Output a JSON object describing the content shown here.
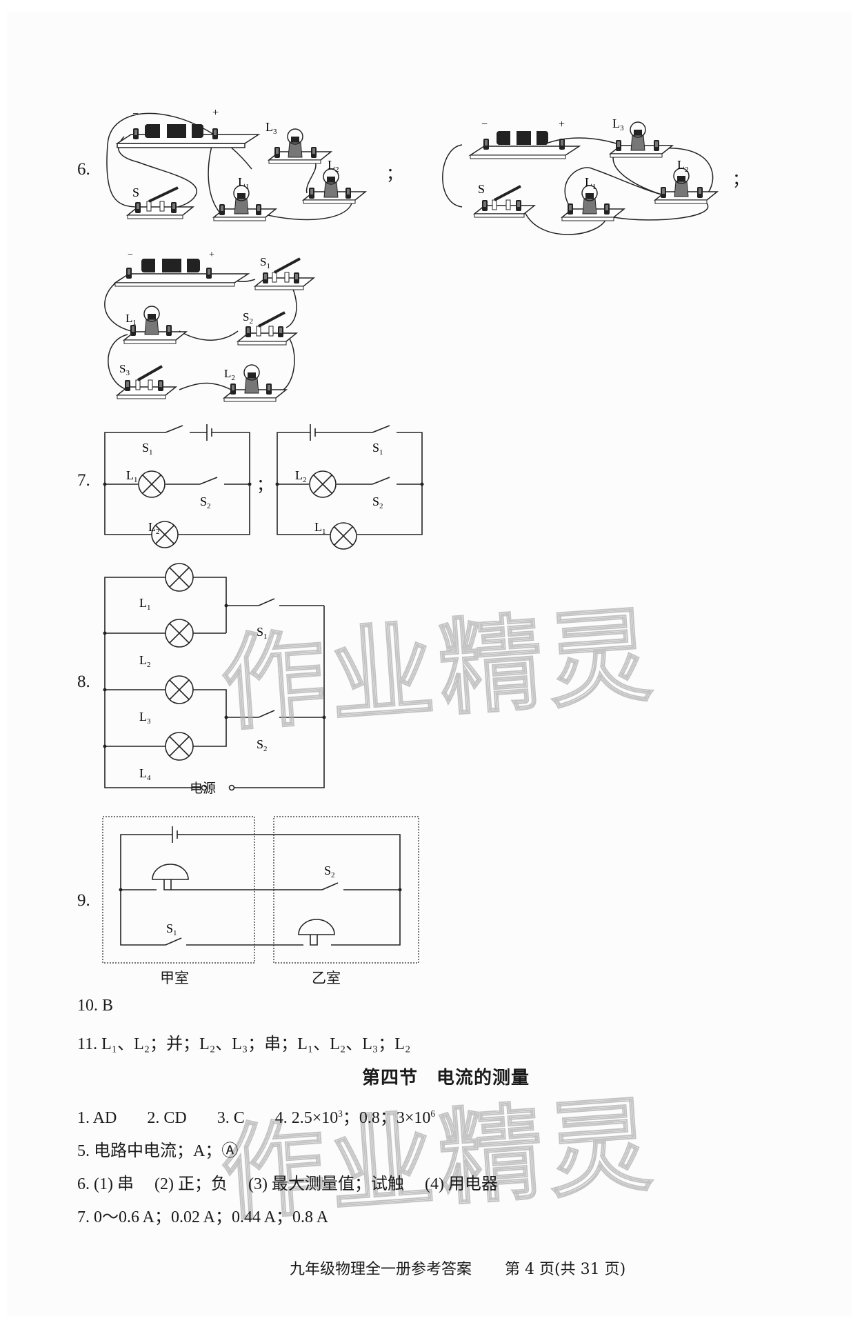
{
  "q6": {
    "label": "6.",
    "separator": "；",
    "diagram1": {
      "battery_neg": "−",
      "battery_pos": "+",
      "labels": [
        "L3",
        "L2",
        "L1",
        "S"
      ]
    },
    "diagram2": {
      "battery_neg": "−",
      "battery_pos": "+",
      "labels": [
        "L3",
        "L2",
        "L1",
        "S"
      ]
    },
    "diagram3": {
      "battery_neg": "−",
      "battery_pos": "+",
      "labels": [
        "S1",
        "L1",
        "S2",
        "S3",
        "L2"
      ]
    }
  },
  "q7": {
    "label": "7.",
    "separator": "；",
    "circuit1": {
      "top_switch": "S1",
      "mid_lamp": "L1",
      "mid_switch": "S2",
      "bottom_lamp": "L2"
    },
    "circuit2": {
      "top_switch": "S1",
      "mid_lamp": "L2",
      "mid_switch": "S2",
      "bottom_lamp": "L1"
    }
  },
  "q8": {
    "label": "8.",
    "lamps": [
      "L1",
      "L2",
      "L3",
      "L4"
    ],
    "switches": [
      "S1",
      "S2"
    ],
    "source_label": "电源"
  },
  "q9": {
    "label": "9.",
    "switches": [
      "S1",
      "S2"
    ],
    "room_a": "甲室",
    "room_b": "乙室"
  },
  "q10": {
    "text": "10. B"
  },
  "q11": {
    "num": "11. ",
    "parts": [
      "L₁、L₂；并；L₂、L₃；串；L₁、L₂、L₃；L₂"
    ]
  },
  "section": {
    "title": "第四节　电流的测量"
  },
  "answers": {
    "a1": "1. AD",
    "a2": "2. CD",
    "a3": "3. C",
    "a4_prefix": "4. 2.5×10",
    "a4_exp1": "3",
    "a4_mid": "；0.8；3×10",
    "a4_exp2": "6",
    "a5": "5. 电路中电流；A；Ⓐ",
    "a6": "6. (1) 串　 (2) 正；负　 (3) 最大测量值；试触　 (4) 用电器",
    "a7": "7. 0～0.6 A；0.02 A；0.44 A；0.8 A"
  },
  "watermark": {
    "text": "作业精灵"
  },
  "footer": {
    "book": "九年级物理全一册参考答案",
    "page": "第 4 页(共 31 页)"
  }
}
